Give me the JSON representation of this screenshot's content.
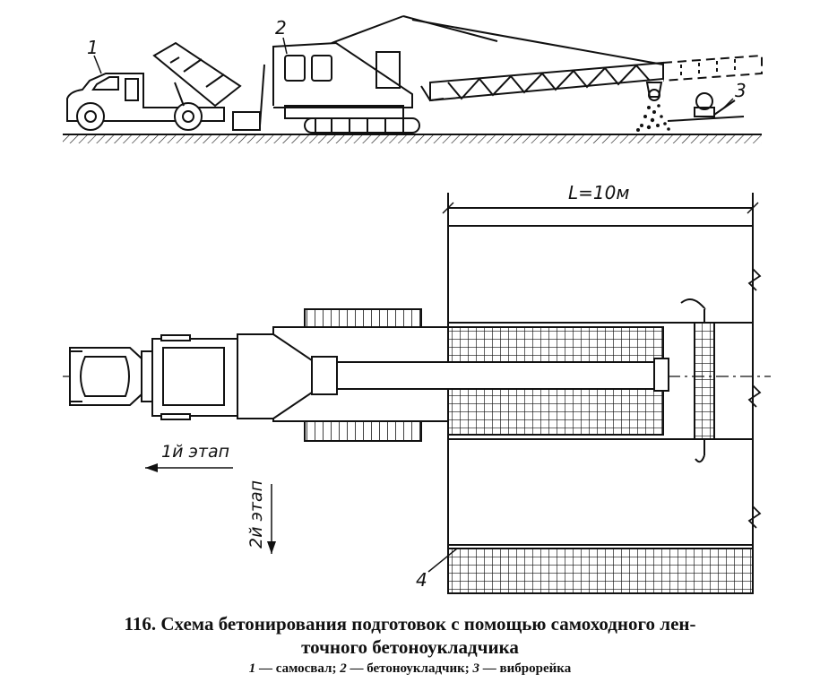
{
  "diagram": {
    "callouts": {
      "truck": "1",
      "paver": "2",
      "screed": "3",
      "mesh": "4"
    },
    "dimension_label": "L=10м",
    "stage1_label": "1й этап",
    "stage2_label": "2й этап"
  },
  "caption": {
    "line1": "116. Схема бетонирования подготовок с помощью самоходного лен-",
    "line2": "точного бетоноукладчика",
    "legend": [
      {
        "num": "1",
        "text": " — самосвал; "
      },
      {
        "num": "2",
        "text": " — бетоноукладчик; "
      },
      {
        "num": "3",
        "text": " — виброрейка"
      }
    ]
  }
}
